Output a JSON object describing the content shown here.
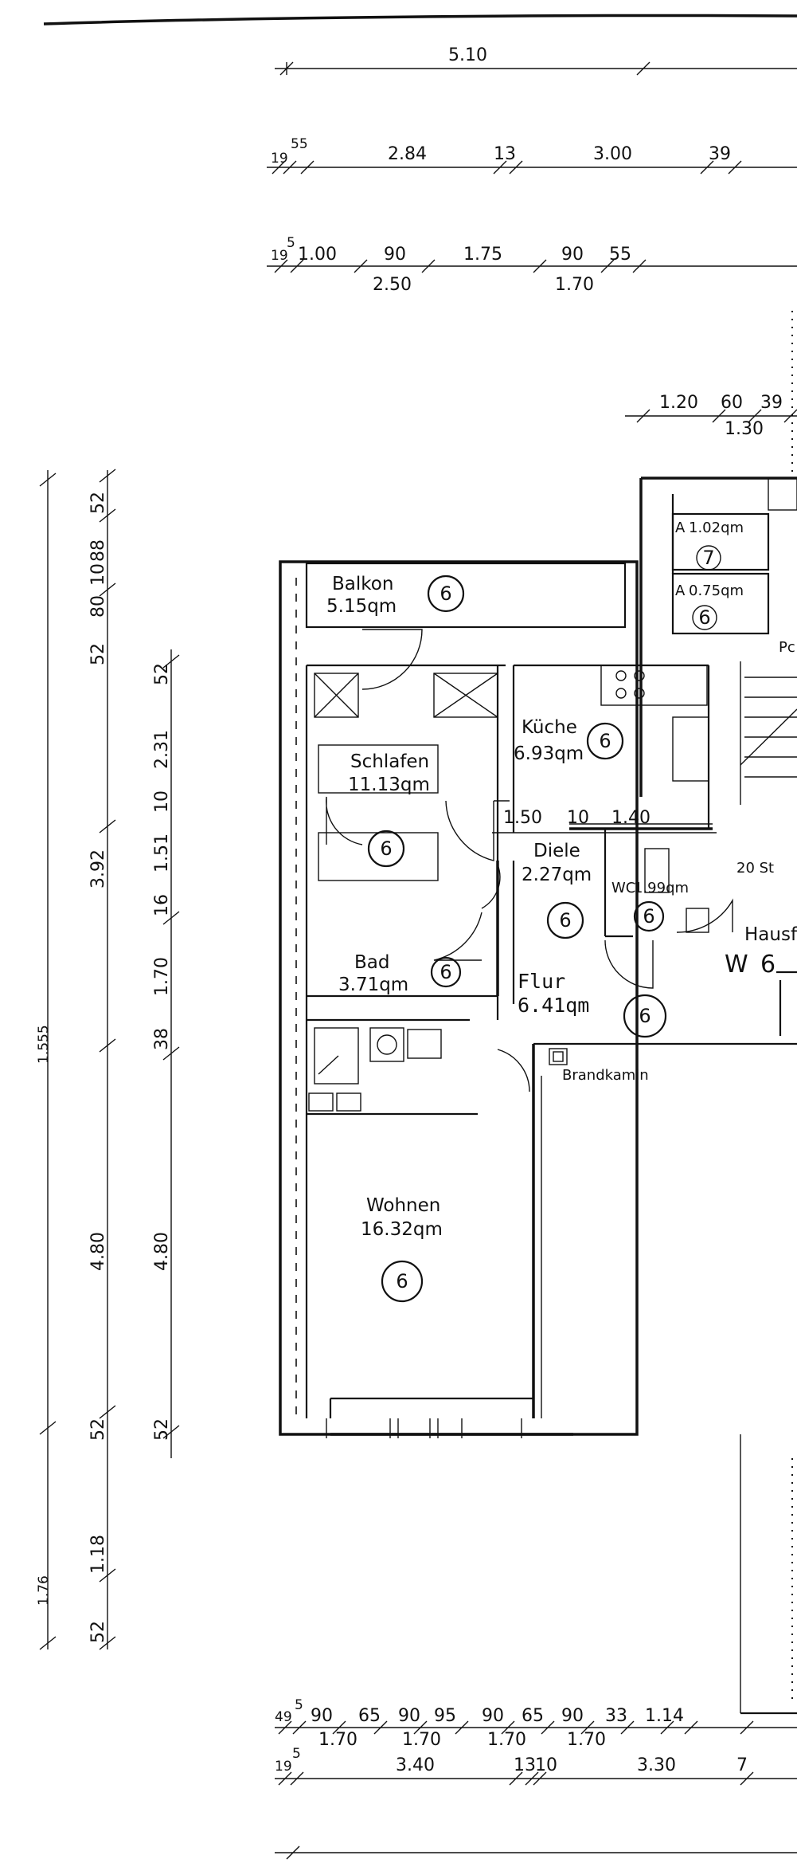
{
  "top_dimensions": {
    "row1": [
      "5.10"
    ],
    "row2": [
      "19",
      "55",
      "2.84",
      "13",
      "3.00",
      "39"
    ],
    "row3_upper": [
      "19",
      "5",
      "1.00",
      "90",
      "1.75",
      "90",
      "55"
    ],
    "row3_lower": [
      "2.50",
      "1.70"
    ],
    "row4_upper": [
      "1.20",
      "60",
      "39"
    ],
    "row4_lower": [
      "1.30"
    ]
  },
  "left_dimensions": {
    "outer_column": [
      "52",
      "1.18",
      "52",
      "4.80",
      "3.92",
      "52",
      "80",
      "10",
      "88",
      "52"
    ],
    "inner_column": [
      "52",
      "4.80",
      "38",
      "1.70",
      "16",
      "1.51",
      "10",
      "2.31",
      "52"
    ],
    "cut_labels": [
      "1.76",
      "1.555"
    ]
  },
  "bottom_dimensions": {
    "row1_upper": [
      "49",
      "5",
      "90",
      "65",
      "90",
      "95",
      "90",
      "65",
      "90",
      "33",
      "1.14"
    ],
    "row1_lower": [
      "1.70",
      "1.70",
      "1.70",
      "1.70"
    ],
    "row2": [
      "19",
      "5",
      "3.40",
      "13",
      "10",
      "3.30",
      "7"
    ]
  },
  "interior_dimensions": [
    "1.50",
    "10",
    "1.40"
  ],
  "rooms": {
    "balkon": {
      "name": "Balkon",
      "area": "5.15qm",
      "marker": "6"
    },
    "kueche": {
      "name": "Küche",
      "area": "6.93qm",
      "marker": "6"
    },
    "schlafen": {
      "name": "Schlafen",
      "area": "11.13qm",
      "marker": "6"
    },
    "diele": {
      "name": "Diele",
      "area": "2.27qm",
      "marker": "6"
    },
    "wc": {
      "name": "WC",
      "area": "1.99qm",
      "marker": "6"
    },
    "bad": {
      "name": "Bad",
      "area": "3.71qm",
      "marker": "6"
    },
    "flur": {
      "name": "Flur",
      "area": "6.41qm",
      "marker": "6"
    },
    "wohnen": {
      "name": "Wohnen",
      "area": "16.32qm",
      "marker": "6"
    },
    "a1": {
      "name": "A",
      "area": "1.02qm",
      "marker": "7"
    },
    "a2": {
      "name": "A",
      "area": "0.75qm",
      "marker": "6"
    }
  },
  "labels": {
    "brandkamin": "Brandkamin",
    "stair": "20 St",
    "hausflur": "Hausf",
    "hausflur_letter": "W",
    "hausflur_marker": "6",
    "corridor_letter": "Pc"
  }
}
